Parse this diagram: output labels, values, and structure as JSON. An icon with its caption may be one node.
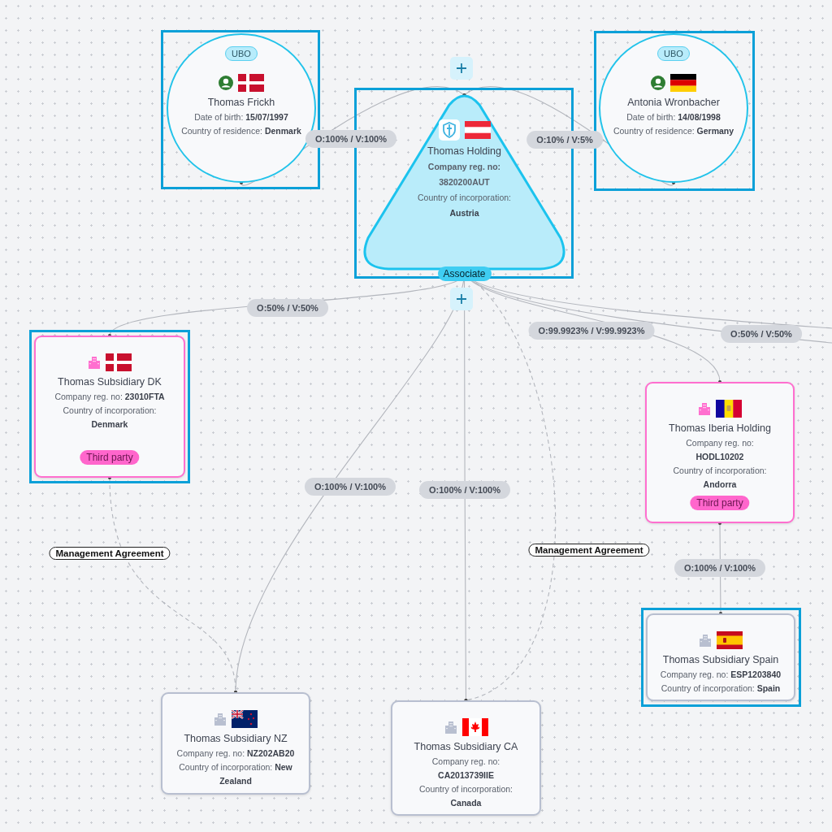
{
  "diagram": {
    "nodes": [
      {
        "text": [
          "UBO",
          "Thomas Frickh",
          "Date of birth: **15/07/1997**",
          "Country of residence: **Denmark**"
        ]
      },
      {
        "text": [
          "Thomas Holding",
          "Company reg. no: 3820200AUT",
          "Country of incorporation: **Austria**",
          "Associate"
        ]
      },
      {
        "text": [
          "UBO",
          "Antonia Wronbacher",
          "Date of birth: **14/08/1998**",
          "Country of residence: **Germany**"
        ]
      },
      {
        "text": [
          "Thomas Subsidiary DK",
          "Company reg. no: **23010FTA**",
          "Country of incorporation: **Denmark**",
          "Third party"
        ]
      },
      {
        "text": [
          "Thomas Iberia Holding",
          "Company reg. no: **HODL10202**",
          "Country of incorporation: **Andorra**",
          "Third party"
        ]
      },
      {
        "text": [
          "Thomas Subsidiary NZ",
          "Company reg. no: **NZ202AB20**",
          "Country of incorporation: **New Zealand**"
        ]
      },
      {
        "text": [
          "Thomas Subsidiary CA",
          "Company reg. no: **CA2013739IIE**",
          "Country of incorporation: **Canada**"
        ]
      },
      {
        "text": [
          "Thomas Subsidiary Spain",
          "Company reg. no: **ESP1203840**",
          "Country of incorporation: **Spain**"
        ]
      }
    ],
    "edges": [
      {
        "from": 0,
        "to": 1,
        "arrow": "none",
        "label": "O:100% / V:100%"
      },
      {
        "from": 2,
        "to": 1,
        "arrow": "none",
        "label": "O:10% / V:5%"
      },
      {
        "from": 1,
        "to": 3,
        "arrow": "none",
        "label": "O:50% / V:50%"
      },
      {
        "from": 1,
        "to": 4,
        "arrow": "none",
        "label": "O:99.9923% / V:99.9923%"
      },
      {
        "from": 1,
        "to": null,
        "arrow": "none",
        "label": "O:50% / V:50%"
      },
      {
        "from": 1,
        "to": null,
        "arrow": "none"
      },
      {
        "from": 1,
        "to": 5,
        "arrow": "none",
        "label": "O:100% / V:100%"
      },
      {
        "from": 1,
        "to": 6,
        "arrow": "none",
        "label": "O:100% / V:100%"
      },
      {
        "from": 3,
        "to": 5,
        "arrow": "none",
        "label": "Management Agreement",
        "style": "dashed"
      },
      {
        "from": 1,
        "to": 6,
        "arrow": "none",
        "label": "Management Agreement",
        "style": "dashed"
      },
      {
        "from": 4,
        "to": 7,
        "arrow": "none",
        "label": "O:100% / V:100%"
      }
    ]
  }
}
